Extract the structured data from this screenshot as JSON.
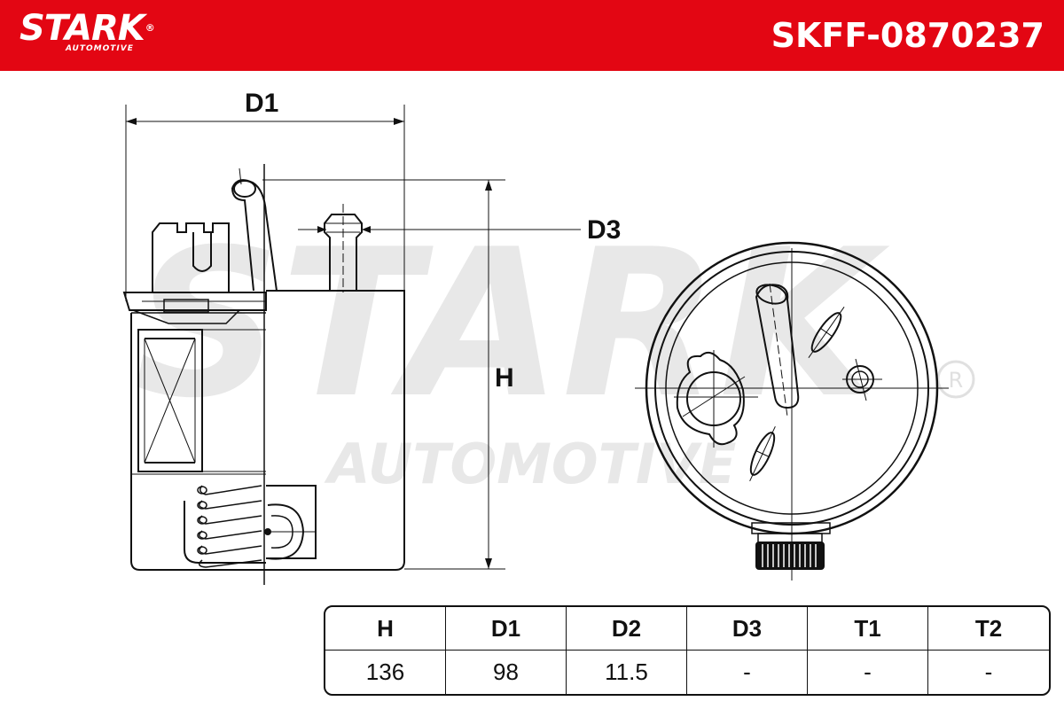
{
  "header": {
    "brand": "STARK",
    "brand_sub": "AUTOMOTIVE",
    "part_number": "SKFF-0870237",
    "color": "#e30613"
  },
  "watermark": {
    "main": "STARK",
    "sub": "AUTOMOTIVE",
    "color": "#e6e6e6"
  },
  "diagram_labels": {
    "d1": "D1",
    "d3": "D3",
    "h": "H"
  },
  "spec_table": {
    "headers": [
      "H",
      "D1",
      "D2",
      "D3",
      "T1",
      "T2"
    ],
    "values": [
      "136",
      "98",
      "11.5",
      "-",
      "-",
      "-"
    ]
  }
}
